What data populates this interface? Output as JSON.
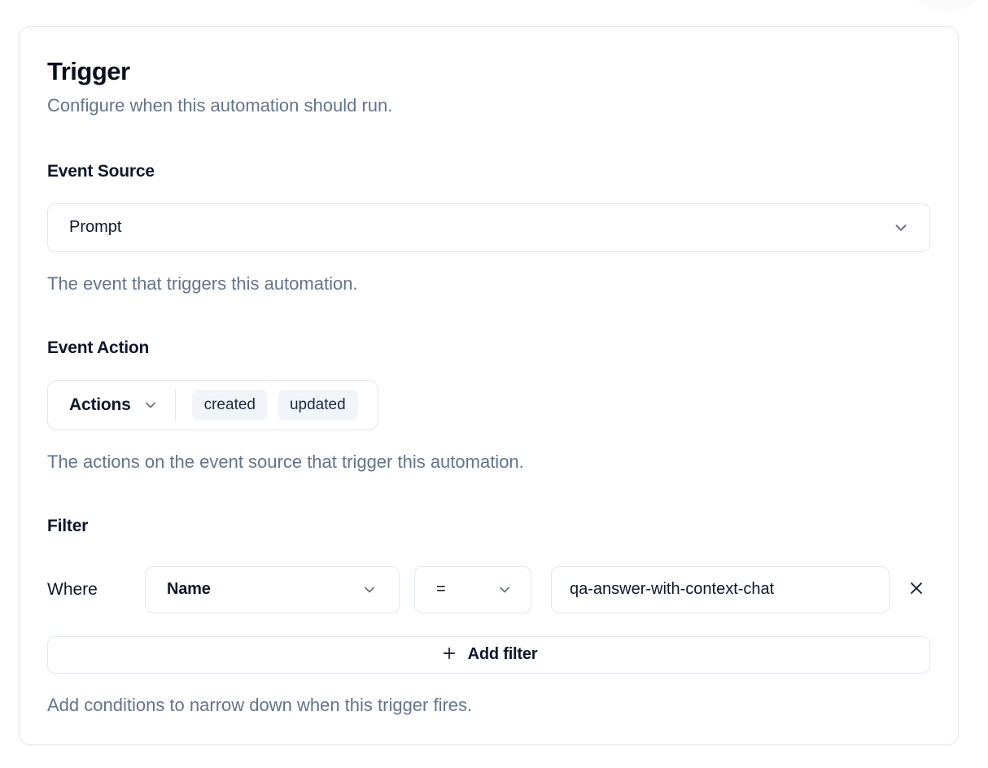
{
  "card": {
    "title": "Trigger",
    "subtitle": "Configure when this automation should run."
  },
  "event_source": {
    "label": "Event Source",
    "selected": "Prompt",
    "help": "The event that triggers this automation."
  },
  "event_action": {
    "label": "Event Action",
    "dropdown_label": "Actions",
    "selected_actions": [
      "created",
      "updated"
    ],
    "help": "The actions on the event source that trigger this automation."
  },
  "filter": {
    "label": "Filter",
    "where_label": "Where",
    "field_selected": "Name",
    "operator_selected": "=",
    "value": "qa-answer-with-context-chat",
    "add_filter_label": "Add filter",
    "help": "Add conditions to narrow down when this trigger fires."
  },
  "icons": {
    "chevron_down": "chevron-down-icon",
    "close": "close-icon",
    "plus": "plus-icon"
  },
  "colors": {
    "text": "#0f172a",
    "muted_text": "#64748b",
    "border": "#e2e8f0",
    "card_border": "#e5e7eb",
    "tag_background": "#f1f5f9",
    "background": "#ffffff"
  }
}
